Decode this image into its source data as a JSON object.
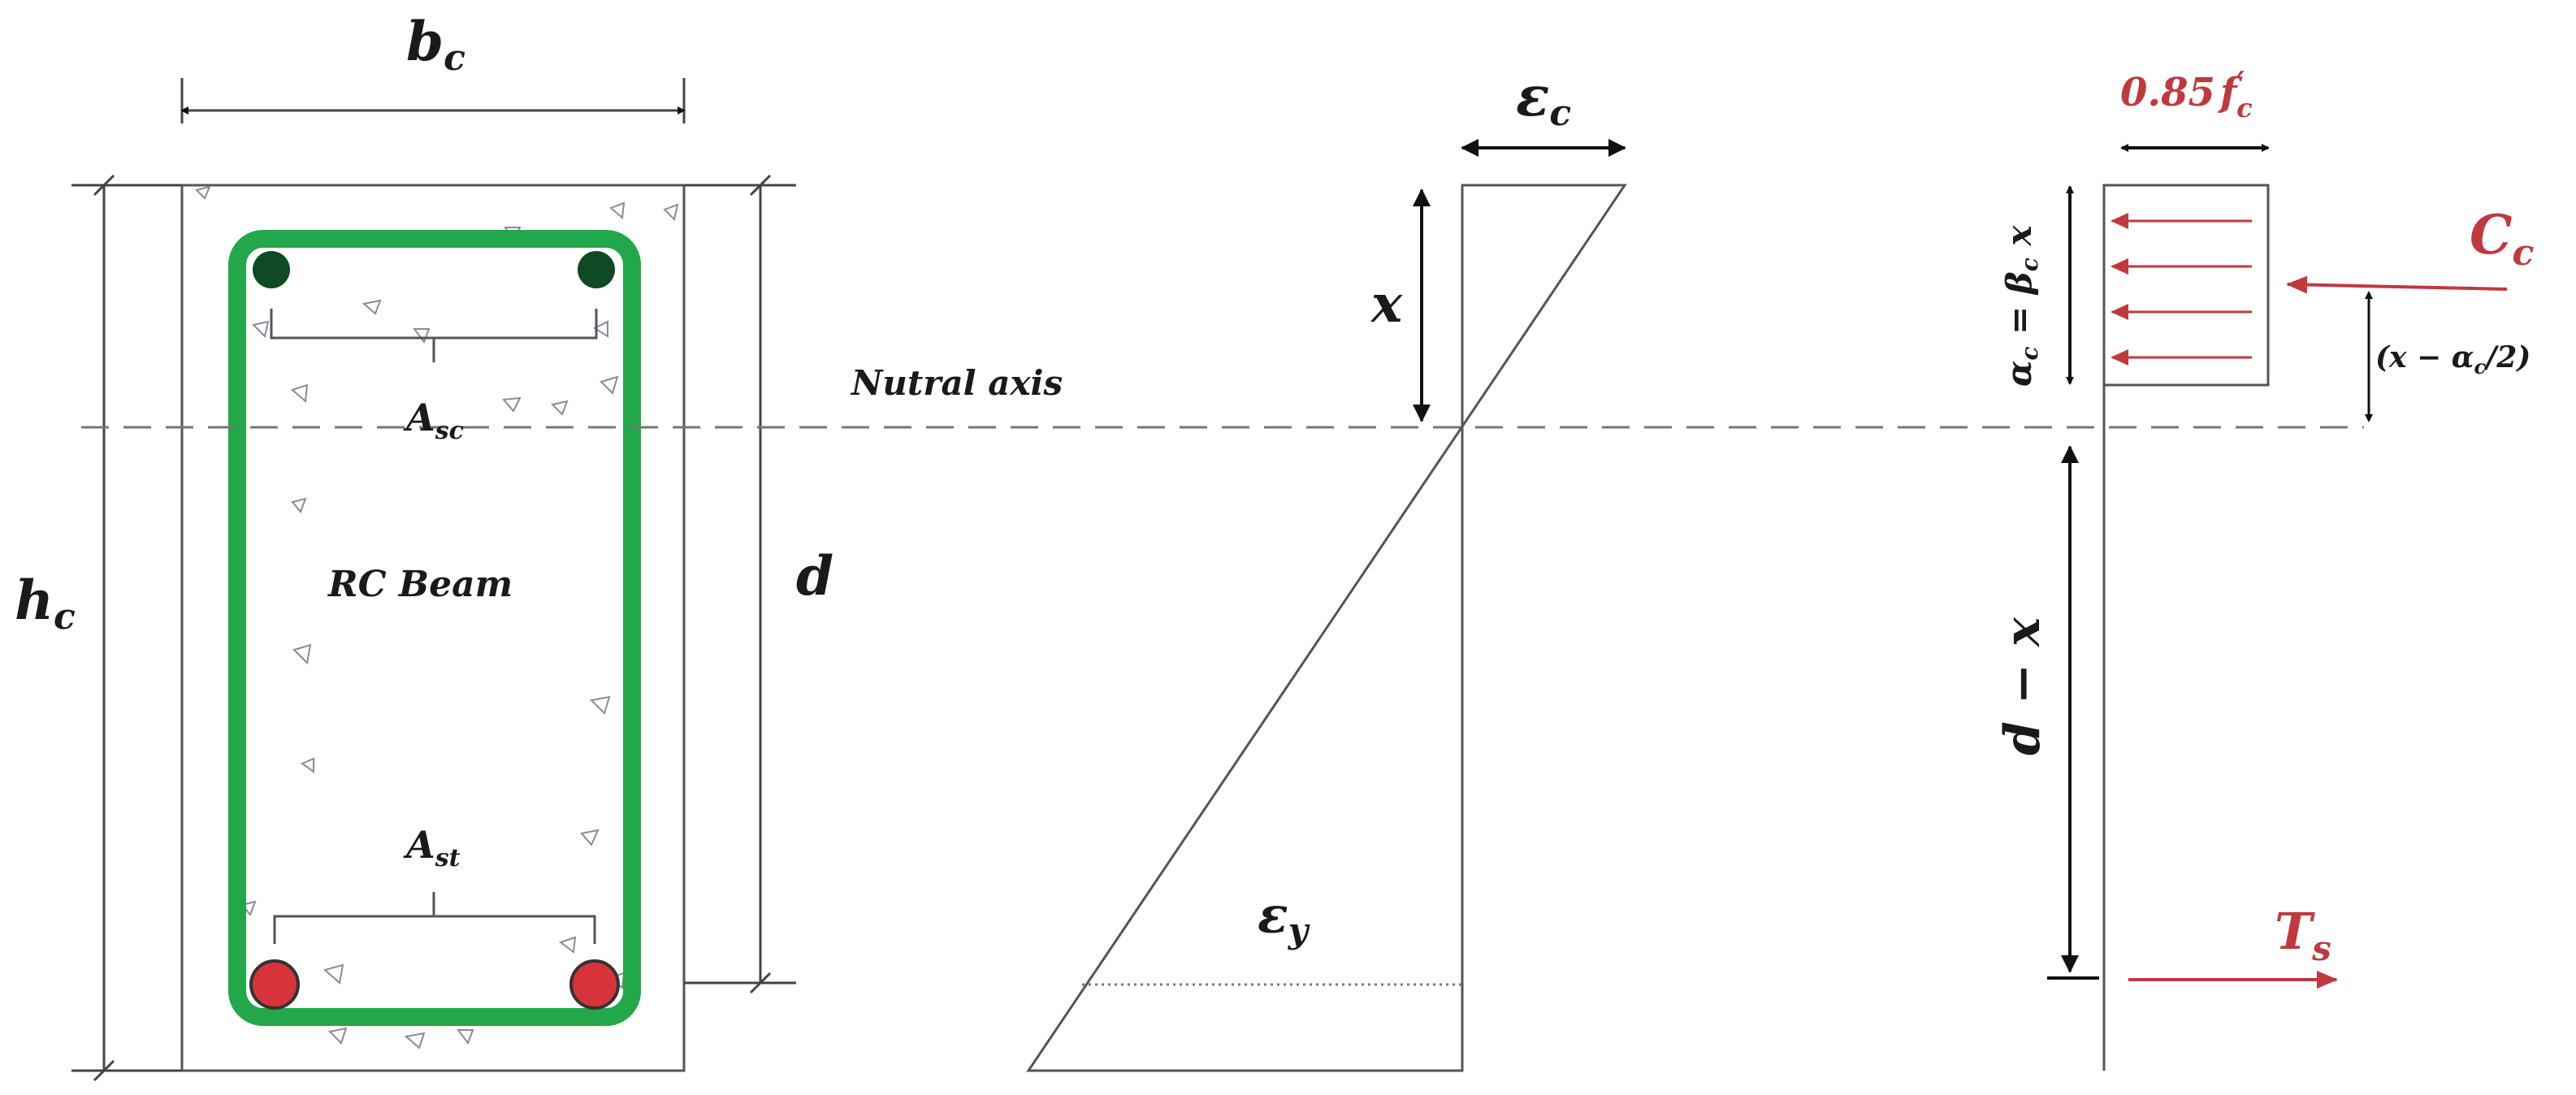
{
  "labels": {
    "bc_main": "b",
    "bc_sub": "c",
    "hc_main": "h",
    "hc_sub": "c",
    "d": "d",
    "asc_main": "A",
    "asc_sub": "sc",
    "ast_main": "A",
    "ast_sub": "st",
    "beam_name": "RC Beam",
    "neutral_axis": "Nutral axis",
    "eps_c_main": "ε",
    "eps_c_sub": "c",
    "eps_y_main": "ε",
    "eps_y_sub": "y",
    "x": "x",
    "stress_block": "0.85",
    "stress_f": "f",
    "stress_prime": "′",
    "stress_sub": "c",
    "alpha_eq_a": "α",
    "alpha_eq_a_sub": "c",
    "alpha_eq_mid": " = ",
    "alpha_eq_b": "β",
    "alpha_eq_b_sub": "c",
    "alpha_eq_x": " x",
    "cc_main": "C",
    "cc_sub": "c",
    "ts_main": "T",
    "ts_sub": "s",
    "lever": "(x − α",
    "lever_sub": "c",
    "lever_end": "/2)",
    "d_minus_x": "d − x"
  },
  "colors": {
    "stirrup": "#22a84a",
    "top_bar": "#0e4a23",
    "bottom_bar": "#d6343a",
    "force": "#c0393e",
    "line": "#555555",
    "dim": "#444444",
    "text": "#1a1a1a"
  }
}
